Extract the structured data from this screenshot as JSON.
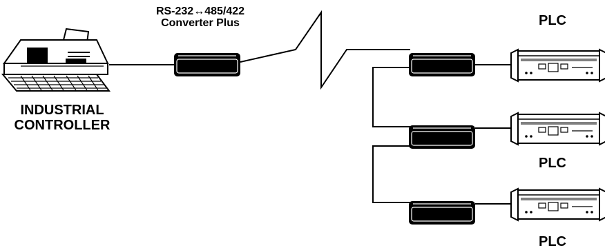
{
  "converter_label": {
    "line1": "RS-232↔485/422",
    "line2": "Converter Plus"
  },
  "controller_label": {
    "line1": "INDUSTRIAL",
    "line2": "CONTROLLER"
  },
  "plc_labels": [
    "PLC",
    "PLC",
    "PLC"
  ],
  "colors": {
    "line": "#000000",
    "background": "#ffffff"
  },
  "icons": {
    "controller": "industrial-computer-workstation",
    "converter": "converter-module",
    "plc": "plc-rack-unit"
  }
}
